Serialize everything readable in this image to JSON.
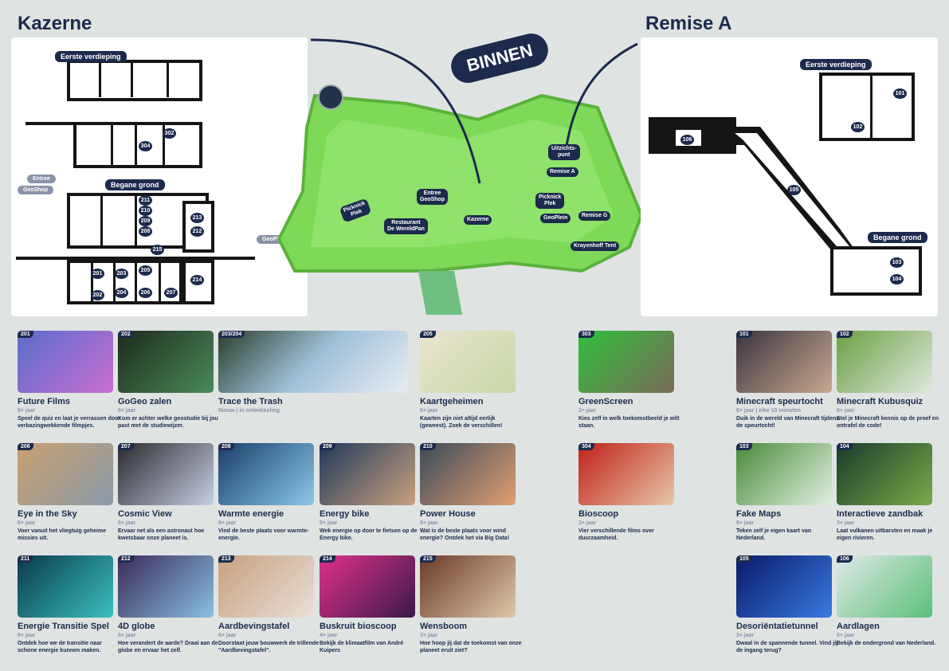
{
  "headings": {
    "kazerne": "Kazerne",
    "remise": "Remise A",
    "binnen": "BINNEN"
  },
  "kazerne_plan": {
    "floor1": "Eerste verdieping",
    "ground": "Begane grond",
    "entree": "Entree",
    "geoshop": "GeoShop",
    "geoplein": "GeoPlein",
    "rooms": [
      "302",
      "304",
      "211",
      "210",
      "209",
      "208",
      "213",
      "212",
      "215",
      "214",
      "201",
      "202",
      "203",
      "204",
      "205",
      "206",
      "207"
    ]
  },
  "remise_plan": {
    "floor1": "Eerste verdieping",
    "ground": "Begane grond",
    "rooms": [
      "101",
      "102",
      "106",
      "105",
      "103",
      "104"
    ]
  },
  "map_labels": {
    "uitzicht": "Uitzichts-\npunt",
    "remise_a": "Remise A",
    "entree_geoshop": "Entree\nGeoShop",
    "picknick1": "Picknick\nPlek",
    "picknick2": "Picknick\nPlek",
    "kazerne": "Kazerne",
    "restaurant": "Restaurant\nDe WereldPan",
    "geoplein": "GeoPlein",
    "remise_g": "Remise G",
    "krayenhoff": "Krayenhoff Tent"
  },
  "colors": {
    "navy": "#1c2a4d",
    "grass": "#7ed957",
    "panel": "#ffffff",
    "bg": "#dfe3e2"
  },
  "cards": [
    {
      "id": "201",
      "title": "Future Films",
      "age": "6+ jaar",
      "desc": "Speel de quiz en laat je verrassen door verbazingwekkende filmpjes."
    },
    {
      "id": "202",
      "title": "GoGeo zalen",
      "age": "6+ jaar",
      "desc": "Kom er achter welke geostudie bij jou past met de studiewijzer."
    },
    {
      "id": "203/204",
      "title": "Trace the Trash",
      "age": "Nieuw | in ontwikkeling",
      "desc": ""
    },
    {
      "id": "205",
      "title": "Kaartgeheimen",
      "age": "6+ jaar",
      "desc": "Kaarten zijn niet altijd eerlijk (geweest). Zoek de verschillen!"
    },
    {
      "id": "303",
      "title": "GreenScreen",
      "age": "3+ jaar",
      "desc": "Kies zelf in welk toekomstbeeld je wilt staan."
    },
    {
      "id": "101",
      "title": "Minecraft speurtocht",
      "age": "6+ jaar | elke 15 minuten",
      "desc": "Duik in de wereld van Minecraft tijdens de speurtocht!"
    },
    {
      "id": "102",
      "title": "Minecraft Kubusquiz",
      "age": "6+ jaar",
      "desc": "Stel je Minecraft kennis op de proef en ontrafel de code!"
    },
    {
      "id": "206",
      "title": "Eye in the Sky",
      "age": "6+ jaar",
      "desc": "Voer vanuit het vliegtuig geheime missies uit."
    },
    {
      "id": "207",
      "title": "Cosmic View",
      "age": "6+ jaar",
      "desc": "Ervaar net als een astronaut hoe kwetsbaar onze planeet is."
    },
    {
      "id": "208",
      "title": "Warmte energie",
      "age": "6+ jaar",
      "desc": "Vind de beste plaats voor warmte-energie."
    },
    {
      "id": "209",
      "title": "Energy bike",
      "age": "6+ jaar",
      "desc": "Wek energie op door te fietsen op de Energy bike."
    },
    {
      "id": "210",
      "title": "Power House",
      "age": "6+ jaar",
      "desc": "Wat is de beste plaats voor wind energie? Ontdek het via Big Data!"
    },
    {
      "id": "304",
      "title": "Bioscoop",
      "age": "3+ jaar",
      "desc": "Vier verschillende films over duurzaamheid."
    },
    {
      "id": "103",
      "title": "Fake Maps",
      "age": "6+ jaar",
      "desc": "Teken zelf je eigen kaart van Nederland."
    },
    {
      "id": "104",
      "title": "Interactieve zandbak",
      "age": "3+ jaar",
      "desc": "Laat vulkanen uitbarsten en maak je eigen rivieren."
    },
    {
      "id": "211",
      "title": "Energie Transitie Spel",
      "age": "8+ jaar",
      "desc": "Ontdek hoe we de transitie naar schone energie kunnen maken."
    },
    {
      "id": "212",
      "title": "4D globe",
      "age": "6+ jaar",
      "desc": "Hoe verandert de aarde? Draai aan de globe en ervaar het zelf."
    },
    {
      "id": "213",
      "title": "Aardbevingstafel",
      "age": "6+ jaar",
      "desc": "Doorstaat jouw bouwwerk de trillende \"Aardbevingstafel\"."
    },
    {
      "id": "214",
      "title": "Buskruit bioscoop",
      "age": "4+ jaar",
      "desc": "Bekijk de klimaatfilm van André Kuipers"
    },
    {
      "id": "215",
      "title": "Wensboom",
      "age": "3+ jaar",
      "desc": "Hoe hoop jij dat de toekomst van onze planeet eruit ziet?"
    },
    {
      "id": "105",
      "title": "Desoriëntatietunnel",
      "age": "3+ jaar",
      "desc": "Dwaal in de spannende tunnel. Vind jij de ingang terug?"
    },
    {
      "id": "106",
      "title": "Aardlagen",
      "age": "6+ jaar",
      "desc": "Bekijk de ondergrond van Nederland."
    }
  ]
}
